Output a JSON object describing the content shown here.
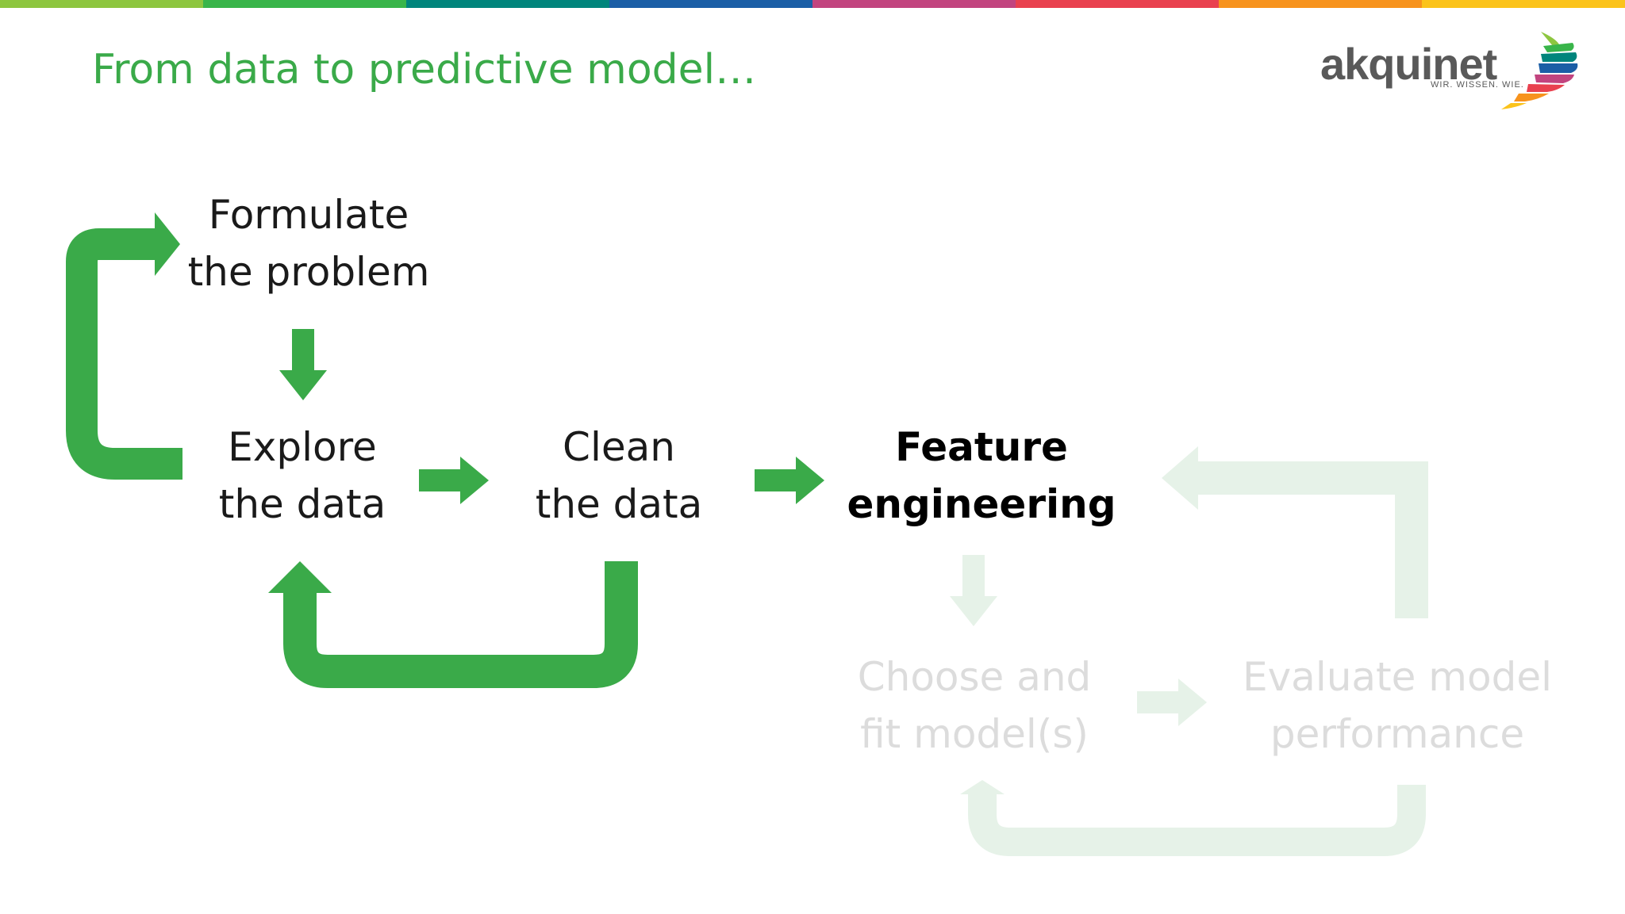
{
  "slide": {
    "title": "From data to predictive model…",
    "stripe_colors": [
      "#8dc63f",
      "#39b54a",
      "#00857c",
      "#1b5ea6",
      "#c2447f",
      "#e9414f",
      "#f7931d",
      "#fbc31b"
    ],
    "accent_color": "#3aaa49",
    "faded_color": "#e6f2e8"
  },
  "logo": {
    "name": "akquinet",
    "tagline": "WIR. WISSEN. WIE."
  },
  "diagram": {
    "steps": [
      {
        "id": "formulate",
        "line1": "Formulate",
        "line2": "the problem",
        "emphasis": "normal"
      },
      {
        "id": "explore",
        "line1": "Explore",
        "line2": "the data",
        "emphasis": "normal"
      },
      {
        "id": "clean",
        "line1": "Clean",
        "line2": "the data",
        "emphasis": "normal"
      },
      {
        "id": "feature",
        "line1": "Feature",
        "line2": "engineering",
        "emphasis": "highlighted"
      },
      {
        "id": "choose",
        "line1": "Choose and",
        "line2": "fit model(s)",
        "emphasis": "faded"
      },
      {
        "id": "evaluate",
        "line1": "Evaluate model",
        "line2": "performance",
        "emphasis": "faded"
      }
    ]
  }
}
